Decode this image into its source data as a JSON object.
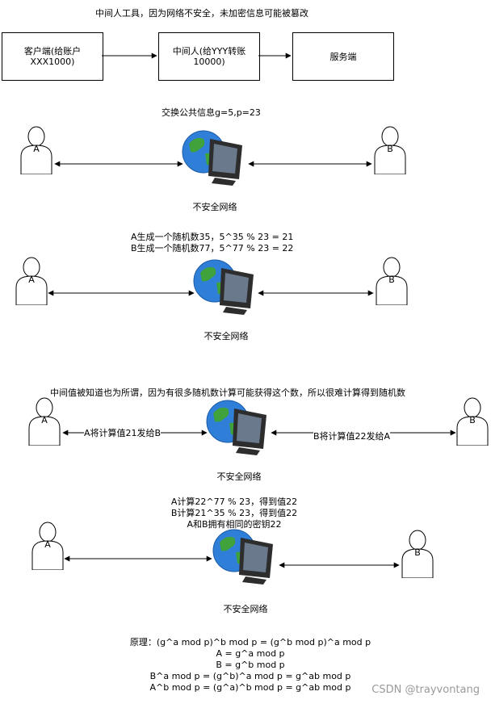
{
  "title": "中间人工具，因为网络不安全，未加密信息可能被篡改",
  "boxes": {
    "client": "客户端(给账户\nXXX1000)",
    "mitm": "中间人(给YYY转账\n10000)",
    "server": "服务端"
  },
  "step1": {
    "caption": "交换公共信息g=5,p=23",
    "left": "A",
    "right": "B",
    "net": "不安全网络"
  },
  "step2": {
    "line1": "A生成一个随机数35，5^35 % 23 = 21",
    "line2": "B生成一个随机数77，5^77 % 23 = 22",
    "left": "A",
    "right": "B",
    "net": "不安全网络"
  },
  "step3": {
    "caption": "中间值被知道也为所谓，因为有很多随机数计算可能获得这个数，所以很难计算得到随机数",
    "left": "A",
    "right": "B",
    "left_arrow": "A将计算值21发给B",
    "right_arrow": "B将计算值22发给A",
    "net": "不安全网络"
  },
  "step4": {
    "line1": "A计算22^77 % 23，得到值22",
    "line2": "B计算21^35 % 23，得到值22",
    "line3": "A和B拥有相同的密钥22",
    "left": "A",
    "right": "B",
    "net": "不安全网络"
  },
  "principle": {
    "line1": "原理：(g^a mod p)^b mod p = (g^b mod p)^a mod p",
    "line2": "A = g^a mod p",
    "line3": "B = g^b mod p",
    "line4": "B^a mod p = (g^b)^a mod p = g^ab mod p",
    "line5": "A^b mod p = (g^a)^b mod p = g^ab mod p"
  },
  "watermark": "CSDN @trayvontang",
  "icons": {
    "person": "person-icon",
    "network": "globe-computer-icon"
  },
  "colors": {
    "ocean": "#2f7fd8",
    "land": "#3fa23a",
    "monitor": "#2d2d2d",
    "screen": "#6a7a8c"
  }
}
